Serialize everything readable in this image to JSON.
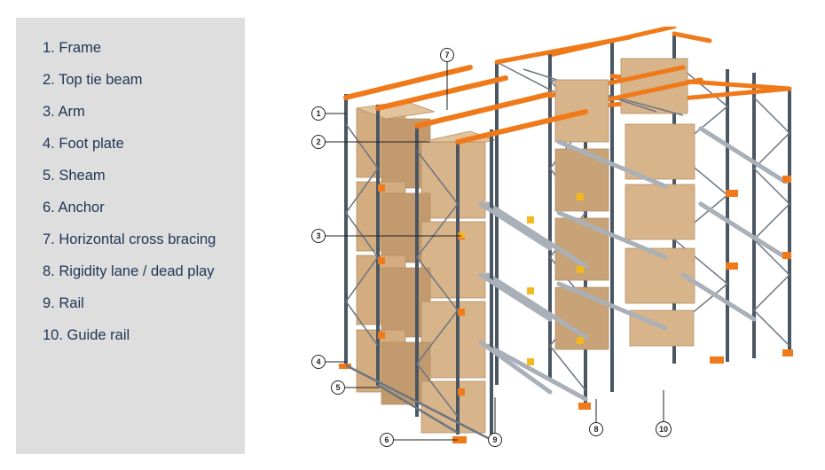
{
  "legend": {
    "items": [
      {
        "number": "1.",
        "label": "Frame"
      },
      {
        "number": "2.",
        "label": "Top tie beam"
      },
      {
        "number": "3.",
        "label": "Arm"
      },
      {
        "number": "4.",
        "label": "Foot plate"
      },
      {
        "number": "5.",
        "label": "Sheam"
      },
      {
        "number": "6.",
        "label": "Anchor"
      },
      {
        "number": "7.",
        "label": "Horizontal cross bracing"
      },
      {
        "number": "8.",
        "label": "Rigidity lane / dead play"
      },
      {
        "number": "9.",
        "label": "Rail"
      },
      {
        "number": "10.",
        "label": "Guide rail"
      }
    ]
  },
  "diagram": {
    "callouts": [
      "1",
      "2",
      "3",
      "4",
      "5",
      "6",
      "7",
      "8",
      "9",
      "10"
    ],
    "colors": {
      "upright": "#4b5663",
      "beam": "#f07a1a",
      "box": "#d8b48a",
      "box_side": "#c29a6e",
      "rail": "#a9b0b8",
      "arm_tip": "#f2b81c"
    }
  }
}
